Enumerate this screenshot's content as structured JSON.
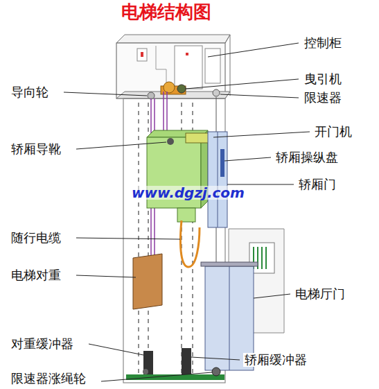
{
  "diagram": {
    "title": "电梯结构图",
    "labels": [
      "控制柜",
      "曳引机",
      "导向轮",
      "限速器",
      "开门机",
      "轿厢导靴",
      "轿厢操纵盘",
      "轿厢门",
      "www.dgzj.com",
      "随行电缆",
      "电梯对重",
      "电梯厅门",
      "对重缓冲器",
      "轿厢缓冲器",
      "限速器涨绳轮"
    ]
  }
}
